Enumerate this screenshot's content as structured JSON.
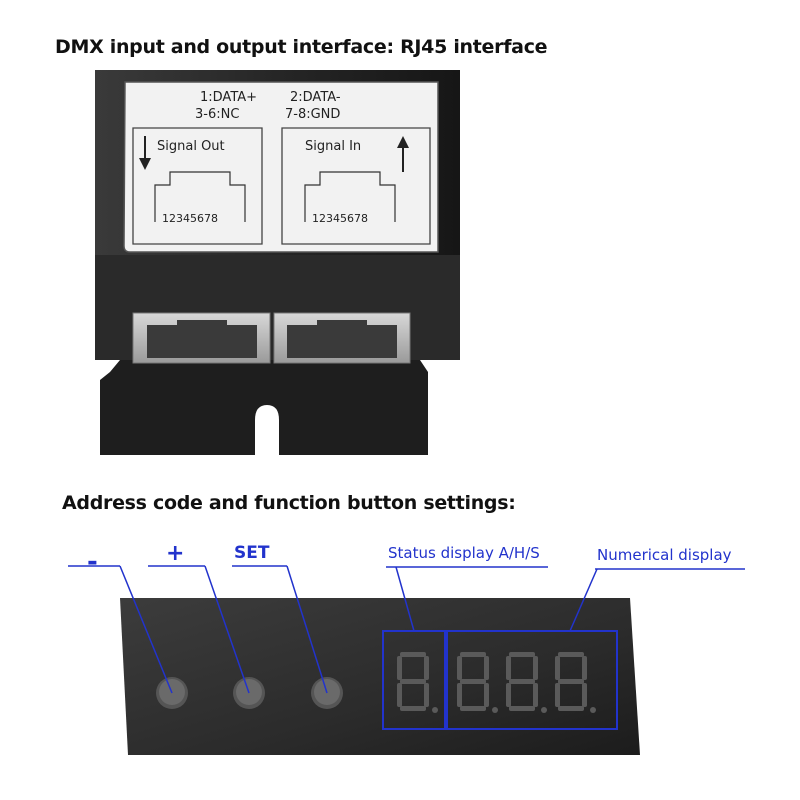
{
  "headings": {
    "top": "DMX input and output interface: RJ45 interface",
    "bottom": "Address code and function button settings:"
  },
  "device_label": {
    "pin_line1_left": "1:DATA+",
    "pin_line1_right": "2:DATA-",
    "pin_line2_left": "3-6:NC",
    "pin_line2_right": "7-8:GND",
    "signal_out": "Signal Out",
    "signal_in": "Signal In",
    "pins_out": "12345678",
    "pins_in": "12345678"
  },
  "controls": {
    "minus": "-",
    "plus": "+",
    "set": "SET",
    "status_display": "Status display A/H/S",
    "numerical_display": "Numerical display"
  },
  "colors": {
    "annotation_blue": "#2233cc",
    "device_body": "#222222",
    "label_plate": "#f2f2f2"
  }
}
